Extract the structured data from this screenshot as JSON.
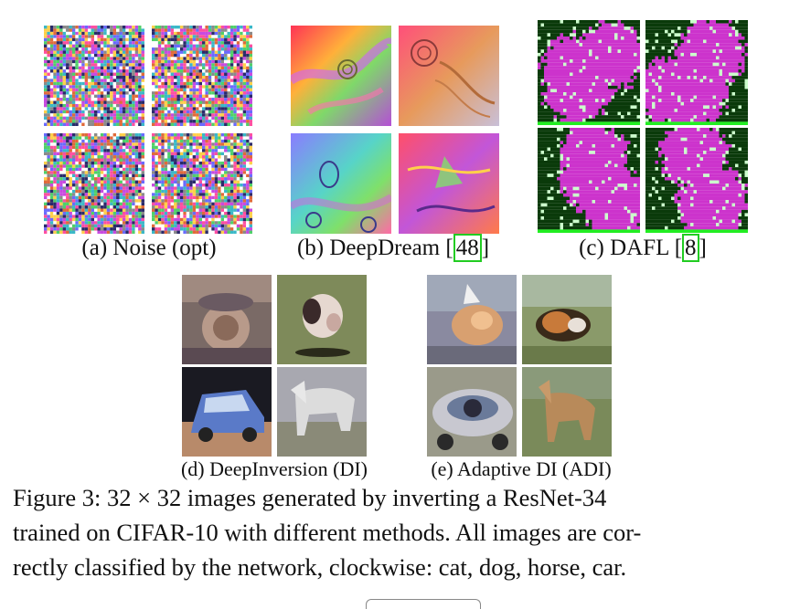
{
  "figure": {
    "panels": [
      {
        "id": "a",
        "label": "(a) Noise (opt)",
        "ref": ""
      },
      {
        "id": "b",
        "label": "(b) DeepDream [",
        "ref": "48",
        "close": "]"
      },
      {
        "id": "c",
        "label": "(c) DAFL [",
        "ref": "8",
        "close": "]"
      },
      {
        "id": "d",
        "label": "(d) DeepInversion (DI)",
        "ref": ""
      },
      {
        "id": "e",
        "label": "(e) Adaptive DI (ADI)",
        "ref": ""
      }
    ],
    "caption_lines": [
      "Figure 3:  32 × 32 images generated by inverting a ResNet-34",
      "trained on CIFAR-10 with different methods. All images are cor-",
      "rectly classified by the network, clockwise: cat, dog, horse, car."
    ],
    "colors": {
      "ref_box": "#22cc22",
      "dafl_magenta": "#cc33cc",
      "dafl_dark": "#0a3a0a",
      "dafl_mint": "#ccffcc"
    }
  }
}
